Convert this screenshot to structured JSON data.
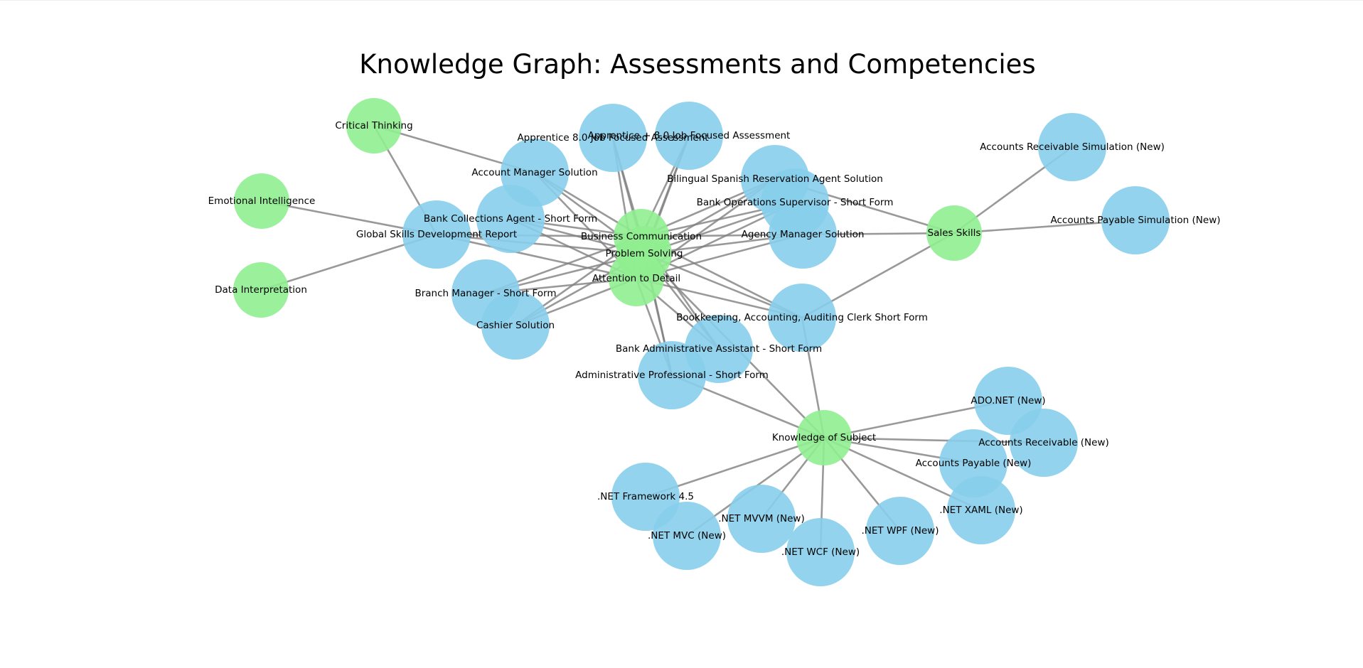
{
  "title": "Knowledge Graph: Assessments and Competencies",
  "colors": {
    "competency": "#90EE90",
    "assessment": "#87CEEB",
    "edge": "#808080",
    "background": "#FFFFFF"
  },
  "nodes": [
    {
      "id": "critical-thinking",
      "label": "Critical Thinking",
      "kind": "competency"
    },
    {
      "id": "emotional-intelligence",
      "label": "Emotional Intelligence",
      "kind": "competency"
    },
    {
      "id": "data-interpretation",
      "label": "Data Interpretation",
      "kind": "competency"
    },
    {
      "id": "business-communication",
      "label": "Business Communication",
      "kind": "competency"
    },
    {
      "id": "problem-solving",
      "label": "Problem Solving",
      "kind": "competency"
    },
    {
      "id": "attention-to-detail",
      "label": "Attention to Detail",
      "kind": "competency"
    },
    {
      "id": "sales-skills",
      "label": "Sales Skills",
      "kind": "competency"
    },
    {
      "id": "knowledge-of-subject",
      "label": "Knowledge of Subject",
      "kind": "competency"
    },
    {
      "id": "apprentice-80-job-focused",
      "label": "Apprentice 8.0 Job Focused Assessment",
      "kind": "assessment"
    },
    {
      "id": "apprentice-plus-80-job-focused",
      "label": "Apprentice + 8.0 Job Focused Assessment",
      "kind": "assessment"
    },
    {
      "id": "account-manager",
      "label": "Account Manager Solution",
      "kind": "assessment"
    },
    {
      "id": "bank-collections-agent",
      "label": "Bank Collections Agent - Short Form",
      "kind": "assessment"
    },
    {
      "id": "global-skills-report",
      "label": "Global Skills Development Report",
      "kind": "assessment"
    },
    {
      "id": "branch-manager",
      "label": "Branch Manager - Short Form",
      "kind": "assessment"
    },
    {
      "id": "cashier",
      "label": "Cashier Solution",
      "kind": "assessment"
    },
    {
      "id": "bilingual-spanish",
      "label": "Bilingual Spanish Reservation Agent Solution",
      "kind": "assessment"
    },
    {
      "id": "bank-operations-supervisor",
      "label": "Bank Operations Supervisor - Short Form",
      "kind": "assessment"
    },
    {
      "id": "agency-manager",
      "label": "Agency Manager Solution",
      "kind": "assessment"
    },
    {
      "id": "bookkeeping-clerk",
      "label": "Bookkeeping, Accounting, Auditing Clerk Short Form",
      "kind": "assessment"
    },
    {
      "id": "bank-admin-assistant",
      "label": "Bank Administrative Assistant - Short Form",
      "kind": "assessment"
    },
    {
      "id": "administrative-professional",
      "label": "Administrative Professional - Short Form",
      "kind": "assessment"
    },
    {
      "id": "accounts-receivable-sim",
      "label": "Accounts Receivable Simulation (New)",
      "kind": "assessment"
    },
    {
      "id": "accounts-payable-sim",
      "label": "Accounts Payable Simulation (New)",
      "kind": "assessment"
    },
    {
      "id": "ado-net",
      "label": "ADO.NET (New)",
      "kind": "assessment"
    },
    {
      "id": "accounts-receivable",
      "label": "Accounts Receivable (New)",
      "kind": "assessment"
    },
    {
      "id": "accounts-payable",
      "label": "Accounts Payable (New)",
      "kind": "assessment"
    },
    {
      "id": "net-xaml",
      "label": ".NET XAML (New)",
      "kind": "assessment"
    },
    {
      "id": "net-wpf",
      "label": ".NET WPF (New)",
      "kind": "assessment"
    },
    {
      "id": "net-wcf",
      "label": ".NET WCF (New)",
      "kind": "assessment"
    },
    {
      "id": "net-mvvm",
      "label": ".NET MVVM (New)",
      "kind": "assessment"
    },
    {
      "id": "net-mvc",
      "label": ".NET MVC (New)",
      "kind": "assessment"
    },
    {
      "id": "net-framework-45",
      "label": ".NET Framework 4.5",
      "kind": "assessment"
    }
  ],
  "edges": [
    [
      "critical-thinking",
      "account-manager"
    ],
    [
      "critical-thinking",
      "global-skills-report"
    ],
    [
      "emotional-intelligence",
      "global-skills-report"
    ],
    [
      "data-interpretation",
      "global-skills-report"
    ],
    [
      "global-skills-report",
      "business-communication"
    ],
    [
      "global-skills-report",
      "problem-solving"
    ],
    [
      "global-skills-report",
      "attention-to-detail"
    ],
    [
      "account-manager",
      "business-communication"
    ],
    [
      "account-manager",
      "problem-solving"
    ],
    [
      "account-manager",
      "attention-to-detail"
    ],
    [
      "bank-collections-agent",
      "business-communication"
    ],
    [
      "bank-collections-agent",
      "problem-solving"
    ],
    [
      "bank-collections-agent",
      "attention-to-detail"
    ],
    [
      "branch-manager",
      "business-communication"
    ],
    [
      "branch-manager",
      "problem-solving"
    ],
    [
      "branch-manager",
      "attention-to-detail"
    ],
    [
      "cashier",
      "business-communication"
    ],
    [
      "cashier",
      "problem-solving"
    ],
    [
      "cashier",
      "attention-to-detail"
    ],
    [
      "apprentice-80-job-focused",
      "business-communication"
    ],
    [
      "apprentice-80-job-focused",
      "problem-solving"
    ],
    [
      "apprentice-80-job-focused",
      "attention-to-detail"
    ],
    [
      "apprentice-plus-80-job-focused",
      "business-communication"
    ],
    [
      "apprentice-plus-80-job-focused",
      "problem-solving"
    ],
    [
      "apprentice-plus-80-job-focused",
      "attention-to-detail"
    ],
    [
      "bilingual-spanish",
      "business-communication"
    ],
    [
      "bilingual-spanish",
      "problem-solving"
    ],
    [
      "bilingual-spanish",
      "attention-to-detail"
    ],
    [
      "bilingual-spanish",
      "sales-skills"
    ],
    [
      "bank-operations-supervisor",
      "business-communication"
    ],
    [
      "bank-operations-supervisor",
      "problem-solving"
    ],
    [
      "bank-operations-supervisor",
      "attention-to-detail"
    ],
    [
      "agency-manager",
      "business-communication"
    ],
    [
      "agency-manager",
      "problem-solving"
    ],
    [
      "agency-manager",
      "attention-to-detail"
    ],
    [
      "agency-manager",
      "sales-skills"
    ],
    [
      "bookkeeping-clerk",
      "business-communication"
    ],
    [
      "bookkeeping-clerk",
      "problem-solving"
    ],
    [
      "bookkeeping-clerk",
      "attention-to-detail"
    ],
    [
      "bookkeeping-clerk",
      "sales-skills"
    ],
    [
      "bookkeeping-clerk",
      "knowledge-of-subject"
    ],
    [
      "bank-admin-assistant",
      "business-communication"
    ],
    [
      "bank-admin-assistant",
      "problem-solving"
    ],
    [
      "bank-admin-assistant",
      "attention-to-detail"
    ],
    [
      "administrative-professional",
      "business-communication"
    ],
    [
      "administrative-professional",
      "problem-solving"
    ],
    [
      "administrative-professional",
      "attention-to-detail"
    ],
    [
      "administrative-professional",
      "knowledge-of-subject"
    ],
    [
      "problem-solving",
      "knowledge-of-subject"
    ],
    [
      "sales-skills",
      "accounts-receivable-sim"
    ],
    [
      "sales-skills",
      "accounts-payable-sim"
    ],
    [
      "knowledge-of-subject",
      "ado-net"
    ],
    [
      "knowledge-of-subject",
      "accounts-receivable"
    ],
    [
      "knowledge-of-subject",
      "accounts-payable"
    ],
    [
      "knowledge-of-subject",
      "net-xaml"
    ],
    [
      "knowledge-of-subject",
      "net-wpf"
    ],
    [
      "knowledge-of-subject",
      "net-wcf"
    ],
    [
      "knowledge-of-subject",
      "net-mvvm"
    ],
    [
      "knowledge-of-subject",
      "net-mvc"
    ],
    [
      "knowledge-of-subject",
      "net-framework-45"
    ]
  ]
}
